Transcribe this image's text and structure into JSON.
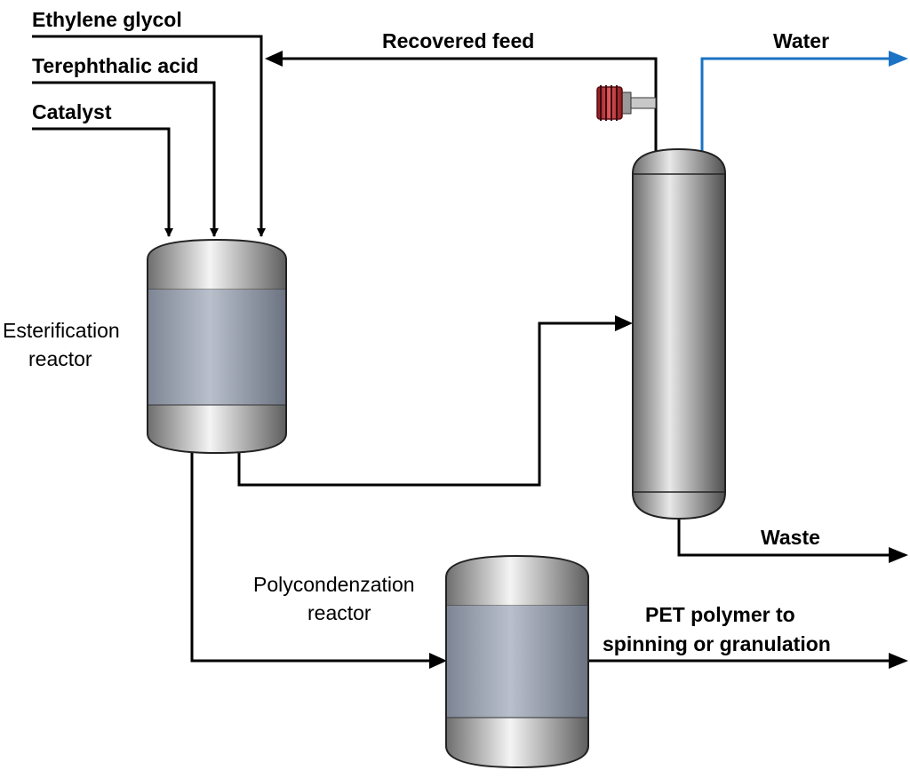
{
  "feeds": {
    "ethylene_glycol": "Ethylene glycol",
    "terephthalic_acid": "Terephthalic acid",
    "catalyst": "Catalyst"
  },
  "streams": {
    "recovered_feed": "Recovered feed",
    "water": "Water",
    "waste": "Waste",
    "pet_line1": "PET polymer to",
    "pet_line2": "spinning or granulation"
  },
  "units": {
    "esterification_line1": "Esterification",
    "esterification_line2": "reactor",
    "polycondensation_line1": "Polycondenzation",
    "polycondensation_line2": "reactor"
  },
  "colors": {
    "water_stream": "#1a73c4",
    "heater_coil": "#c0272d"
  }
}
